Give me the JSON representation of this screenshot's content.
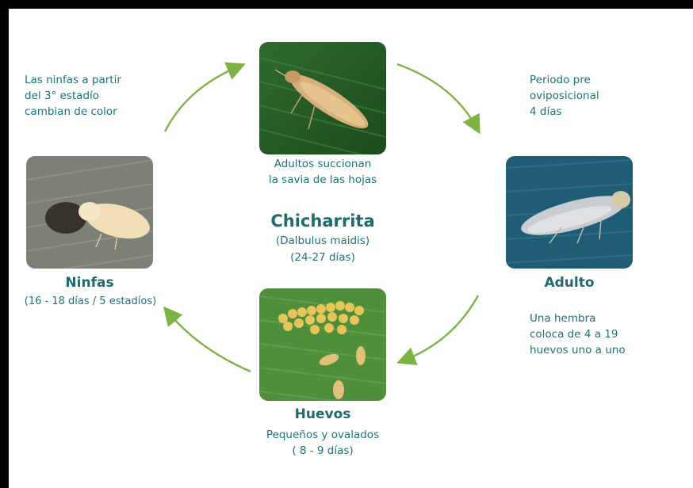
{
  "center": {
    "title": "Chicharrita",
    "subtitle": "(Dalbulus maidis)",
    "duration": "(24-27 días)"
  },
  "stages": {
    "adults_top": {
      "caption": "Adultos succionan\nla savia de las hojas"
    },
    "adult": {
      "title": "Adulto"
    },
    "eggs": {
      "title": "Huevos",
      "desc": "Pequeños y ovalados",
      "duration": "( 8 - 9 días)"
    },
    "nymphs": {
      "title": "Ninfas",
      "duration": "(16 - 18 días / 5 estadíos)"
    }
  },
  "notes": {
    "top_left": "Las ninfas a partir\ndel 3° estadío\ncambian de color",
    "top_right": "Periodo pre\noviposicional\n4 días",
    "bottom_right": "Una hembra\ncoloca de 4 a 19\nhuevos uno a uno"
  },
  "colors": {
    "teal": "#1d6b6e",
    "arrow": "#7cb342"
  }
}
